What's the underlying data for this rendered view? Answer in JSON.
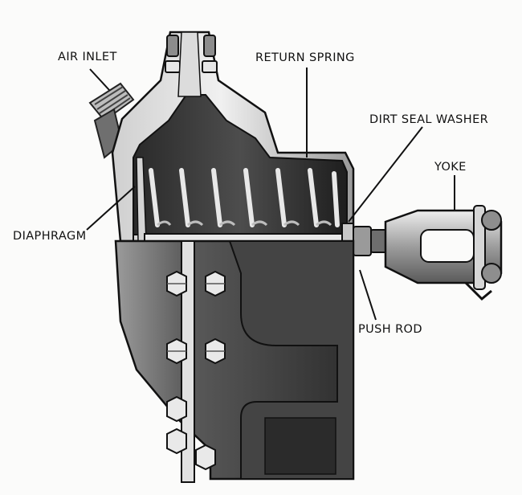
{
  "figure": {
    "labels": {
      "air_inlet": "AIR INLET",
      "return_spring": "RETURN SPRING",
      "dirt_seal_washer": "DIRT SEAL WASHER",
      "yoke": "YOKE",
      "diaphragm": "DIAPHRAGM",
      "push_rod": "PUSH ROD"
    }
  },
  "colors": {
    "ink": "#111111",
    "metal_dark": "#3a3a3a",
    "metal_mid": "#8a8a8a",
    "metal_light": "#d9d9d9",
    "paper": "#fbfbfa"
  }
}
